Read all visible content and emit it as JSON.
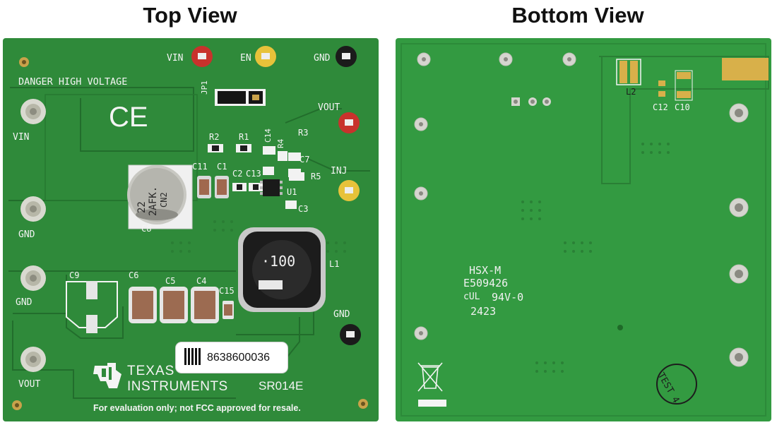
{
  "titles": {
    "top": "Top View",
    "bottom": "Bottom View"
  },
  "top_board": {
    "warning": "DANGER HIGH VOLTAGE",
    "ce_mark": "CE",
    "test_points": {
      "vin": "VIN",
      "en": "EN",
      "gnd_top": "GND",
      "vout": "VOUT",
      "inj": "INJ",
      "gnd_right": "GND"
    },
    "terminals": {
      "vin": "VIN",
      "gnd1": "GND",
      "gnd2": "GND",
      "vout": "VOUT"
    },
    "refdes": {
      "jp1": "JP1",
      "r2": "R2",
      "r1": "R1",
      "c14": "C14",
      "r4": "R4",
      "r3": "R3",
      "c7": "C7",
      "r5": "R5",
      "c11": "C11",
      "c1": "C1",
      "c2": "C2",
      "c13": "C13",
      "u1": "U1",
      "c3": "C3",
      "c8": "C8",
      "l1": "L1",
      "c9": "C9",
      "c6": "C6",
      "c5": "C5",
      "c4": "C4",
      "c15": "C15"
    },
    "cap_marking_1": "22",
    "cap_marking_2": "2AFK.",
    "cap_marking_3": "CN2",
    "inductor_marking": "·100",
    "serial_number": "8638600036",
    "logo_line1": "TEXAS",
    "logo_line2": "INSTRUMENTS",
    "part_code": "SR014E",
    "disclaimer": "For evaluation only; not FCC approved for resale."
  },
  "bottom_board": {
    "refdes": {
      "l2": "L2",
      "c12": "C12",
      "c10": "C10"
    },
    "mfr_line1": "HSX-M",
    "mfr_line2": "E509426",
    "rating": "94V-0",
    "date_code": "2423",
    "ul_mark": "cUL",
    "test_label": "TEST 4"
  },
  "colors": {
    "board_top": "#2f8a3a",
    "board_bottom": "#339a41",
    "silkscreen": "#f4f4f4",
    "tp_red": "#c8322c",
    "tp_yellow": "#e7c23a",
    "tp_black": "#1b1b1b"
  }
}
